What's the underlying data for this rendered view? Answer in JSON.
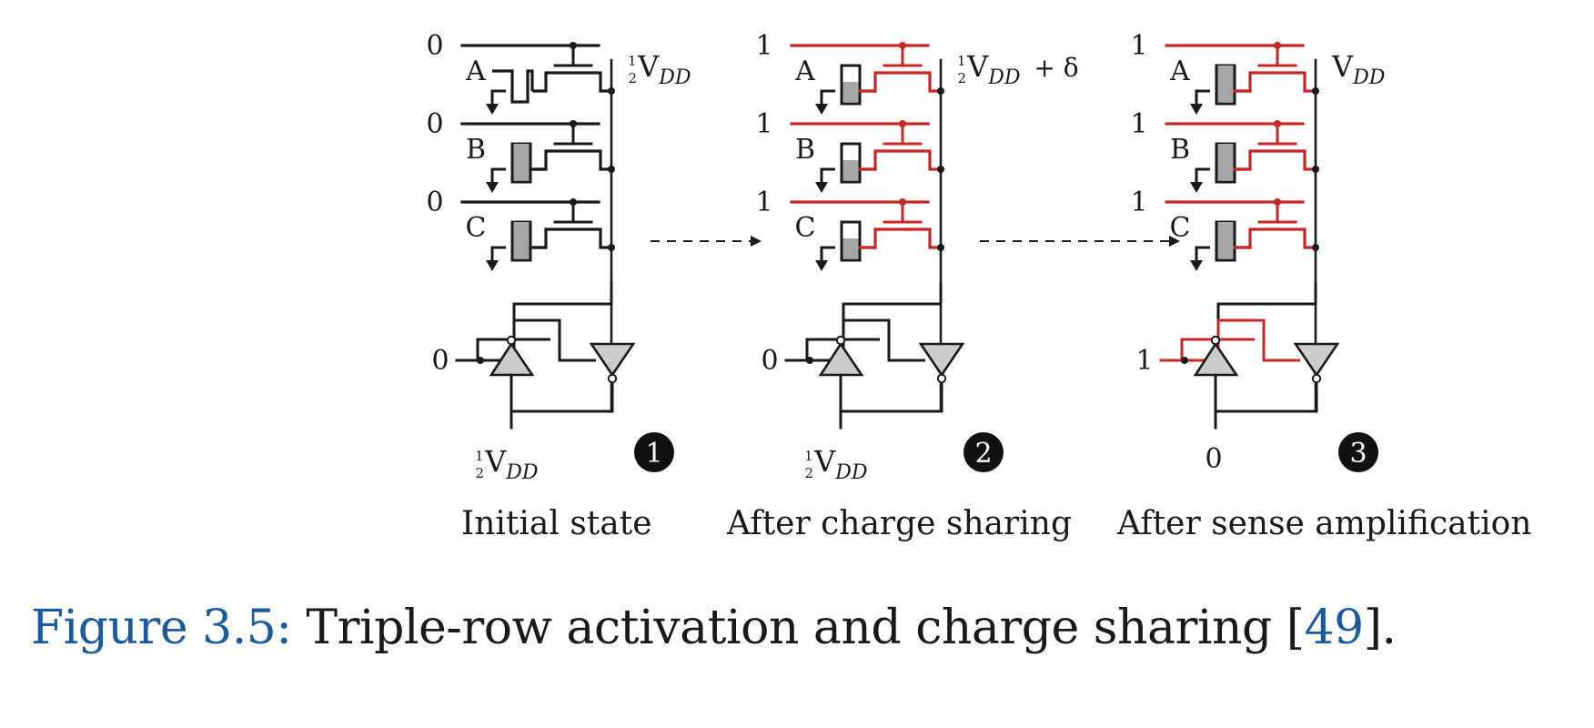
{
  "figure": {
    "panels": [
      {
        "step": "1",
        "title": "Initial state",
        "word_line_values": [
          "0",
          "0",
          "0"
        ],
        "row_labels": [
          "A",
          "B",
          "C"
        ],
        "bitline_label": {
          "frac": "1 2",
          "main": "V",
          "sub": "DD",
          "extra": ""
        },
        "sa_input": "0",
        "sa_bottom_label": {
          "frac": "1 2",
          "main": "V",
          "sub": "DD"
        },
        "highlight_color": "#1a1a1a"
      },
      {
        "step": "2",
        "title": "After charge sharing",
        "word_line_values": [
          "1",
          "1",
          "1"
        ],
        "row_labels": [
          "A",
          "B",
          "C"
        ],
        "bitline_label": {
          "frac": "1 2",
          "main": "V",
          "sub": "DD",
          "extra": "+ δ"
        },
        "sa_input": "0",
        "sa_bottom_label": {
          "frac": "1 2",
          "main": "V",
          "sub": "DD"
        },
        "highlight_color": "#c62828"
      },
      {
        "step": "3",
        "title": "After sense amplification",
        "word_line_values": [
          "1",
          "1",
          "1"
        ],
        "row_labels": [
          "A",
          "B",
          "C"
        ],
        "bitline_label": {
          "frac": "",
          "main": "V",
          "sub": "DD",
          "extra": ""
        },
        "sa_input": "1",
        "sa_bottom_label": {
          "frac": "",
          "main": "0",
          "sub": ""
        },
        "highlight_color": "#c62828"
      }
    ],
    "colors": {
      "wire": "#1a1a1a",
      "active": "#c62828",
      "cell_fill": "#a6a6a6",
      "amp_fill": "#cccccc",
      "badge": "#111111"
    }
  },
  "caption": {
    "label": "Figure 3.5:",
    "text": " Triple-row activation and charge sharing [",
    "ref": "49",
    "end": "]."
  }
}
